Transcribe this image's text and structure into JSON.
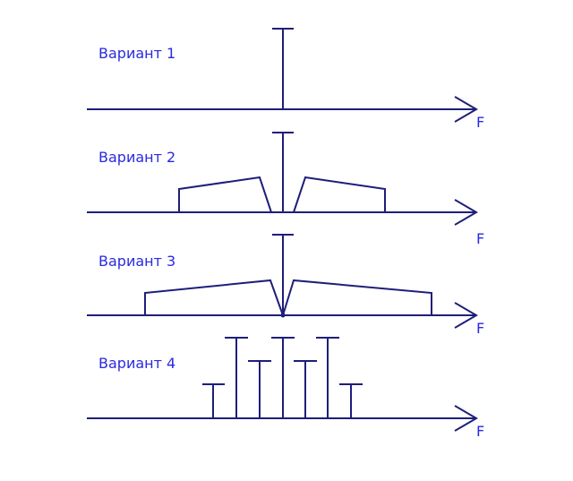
{
  "variants": [
    {
      "label": "Вариант 1",
      "axis_label": "F"
    },
    {
      "label": "Вариант 2",
      "axis_label": "F"
    },
    {
      "label": "Вариант 3",
      "axis_label": "F"
    },
    {
      "label": "Вариант 4",
      "axis_label": "F"
    }
  ],
  "colors": {
    "lines": "#1e1e7a",
    "text": "#2a2ae0"
  }
}
